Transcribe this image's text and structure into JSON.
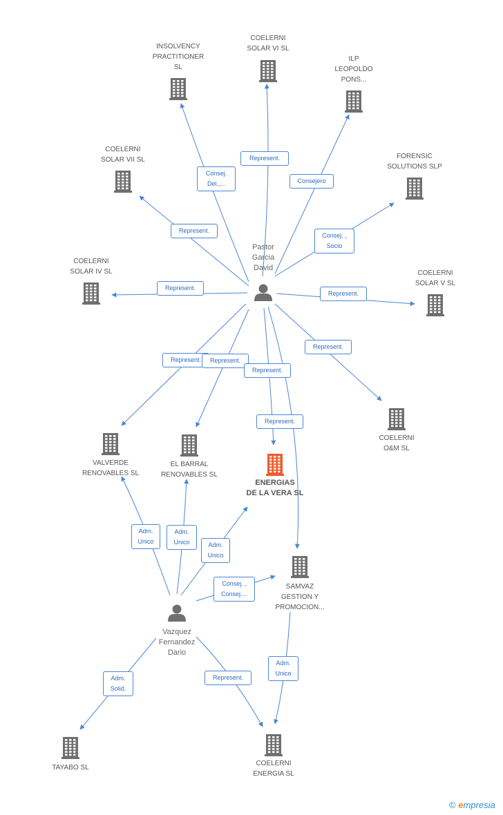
{
  "colors": {
    "edge": "#4a86d4",
    "icon": "#6f6f6f",
    "highlight": "#f05a28"
  },
  "people": [
    {
      "id": "pastor",
      "lines": [
        "Pastor",
        "Garcia",
        "David"
      ]
    },
    {
      "id": "vazquez",
      "lines": [
        "Vazquez",
        "Fernandez",
        "Dario"
      ]
    }
  ],
  "companies": [
    {
      "id": "insolvency",
      "lines": [
        "INSOLVENCY",
        "PRACTITIONER",
        "SL"
      ]
    },
    {
      "id": "solar6",
      "lines": [
        "COELERNI",
        "SOLAR VI SL"
      ]
    },
    {
      "id": "ilp",
      "lines": [
        "ILP",
        "LEOPOLDO",
        "PONS..."
      ]
    },
    {
      "id": "solar7",
      "lines": [
        "COELERNI",
        "SOLAR VII SL"
      ]
    },
    {
      "id": "forensic",
      "lines": [
        "FORENSIC",
        "SOLUTIONS SLP"
      ]
    },
    {
      "id": "solar4",
      "lines": [
        "COELERNI",
        "SOLAR IV SL"
      ]
    },
    {
      "id": "solar5",
      "lines": [
        "COELERNI",
        "SOLAR V SL"
      ]
    },
    {
      "id": "om",
      "lines": [
        "COELERNI",
        "O&M  SL"
      ]
    },
    {
      "id": "valverde",
      "lines": [
        "VALVERDE",
        "RENOVABLES SL"
      ]
    },
    {
      "id": "barral",
      "lines": [
        "EL BARRAL",
        "RENOVABLES SL"
      ]
    },
    {
      "id": "vera",
      "lines": [
        "ENERGIAS",
        "DE LA VERA SL"
      ],
      "main": true
    },
    {
      "id": "samvaz",
      "lines": [
        "SAMVAZ",
        "GESTION Y",
        "PROMOCION..."
      ]
    },
    {
      "id": "tayabo",
      "lines": [
        "TAYABO SL"
      ]
    },
    {
      "id": "energia",
      "lines": [
        "COELERNI",
        "ENERGIA SL"
      ]
    }
  ],
  "edges": [
    {
      "from": "pastor",
      "to": "insolvency",
      "lines": [
        "Consej.",
        "Del.,..."
      ]
    },
    {
      "from": "pastor",
      "to": "solar6",
      "lines": [
        "Represent."
      ]
    },
    {
      "from": "pastor",
      "to": "ilp",
      "lines": [
        "Consejero"
      ]
    },
    {
      "from": "pastor",
      "to": "solar7",
      "lines": [
        "Represent."
      ]
    },
    {
      "from": "pastor",
      "to": "forensic",
      "lines": [
        "Consej. ,",
        "Socio"
      ]
    },
    {
      "from": "pastor",
      "to": "solar4",
      "lines": [
        "Represent."
      ]
    },
    {
      "from": "pastor",
      "to": "solar5",
      "lines": [
        "Represent."
      ]
    },
    {
      "from": "pastor",
      "to": "om",
      "lines": [
        "Represent."
      ]
    },
    {
      "from": "pastor",
      "to": "valverde",
      "lines": [
        "Represent."
      ]
    },
    {
      "from": "pastor",
      "to": "barral",
      "lines": [
        "Represent."
      ]
    },
    {
      "from": "pastor",
      "to": "vera",
      "lines": [
        "Represent."
      ]
    },
    {
      "from": "pastor",
      "to": "samvaz",
      "lines": [
        "Represent."
      ]
    },
    {
      "from": "vazquez",
      "to": "valverde",
      "lines": [
        "Adm.",
        "Unico"
      ]
    },
    {
      "from": "vazquez",
      "to": "barral",
      "lines": [
        "Adm.",
        "Unico"
      ]
    },
    {
      "from": "vazquez",
      "to": "vera",
      "lines": [
        "Adm.",
        "Unico"
      ]
    },
    {
      "from": "vazquez",
      "to": "samvaz",
      "lines": [
        "Consej. ,",
        "Consej...."
      ]
    },
    {
      "from": "vazquez",
      "to": "tayabo",
      "lines": [
        "Adm.",
        "Solid."
      ]
    },
    {
      "from": "vazquez",
      "to": "energia",
      "lines": [
        "Represent."
      ]
    },
    {
      "from": "samvaz",
      "to": "energia",
      "lines": [
        "Adm.",
        "Unico"
      ]
    }
  ],
  "footer": {
    "copyright": "©",
    "brand_initial": "e",
    "brand_rest": "mpresia"
  }
}
